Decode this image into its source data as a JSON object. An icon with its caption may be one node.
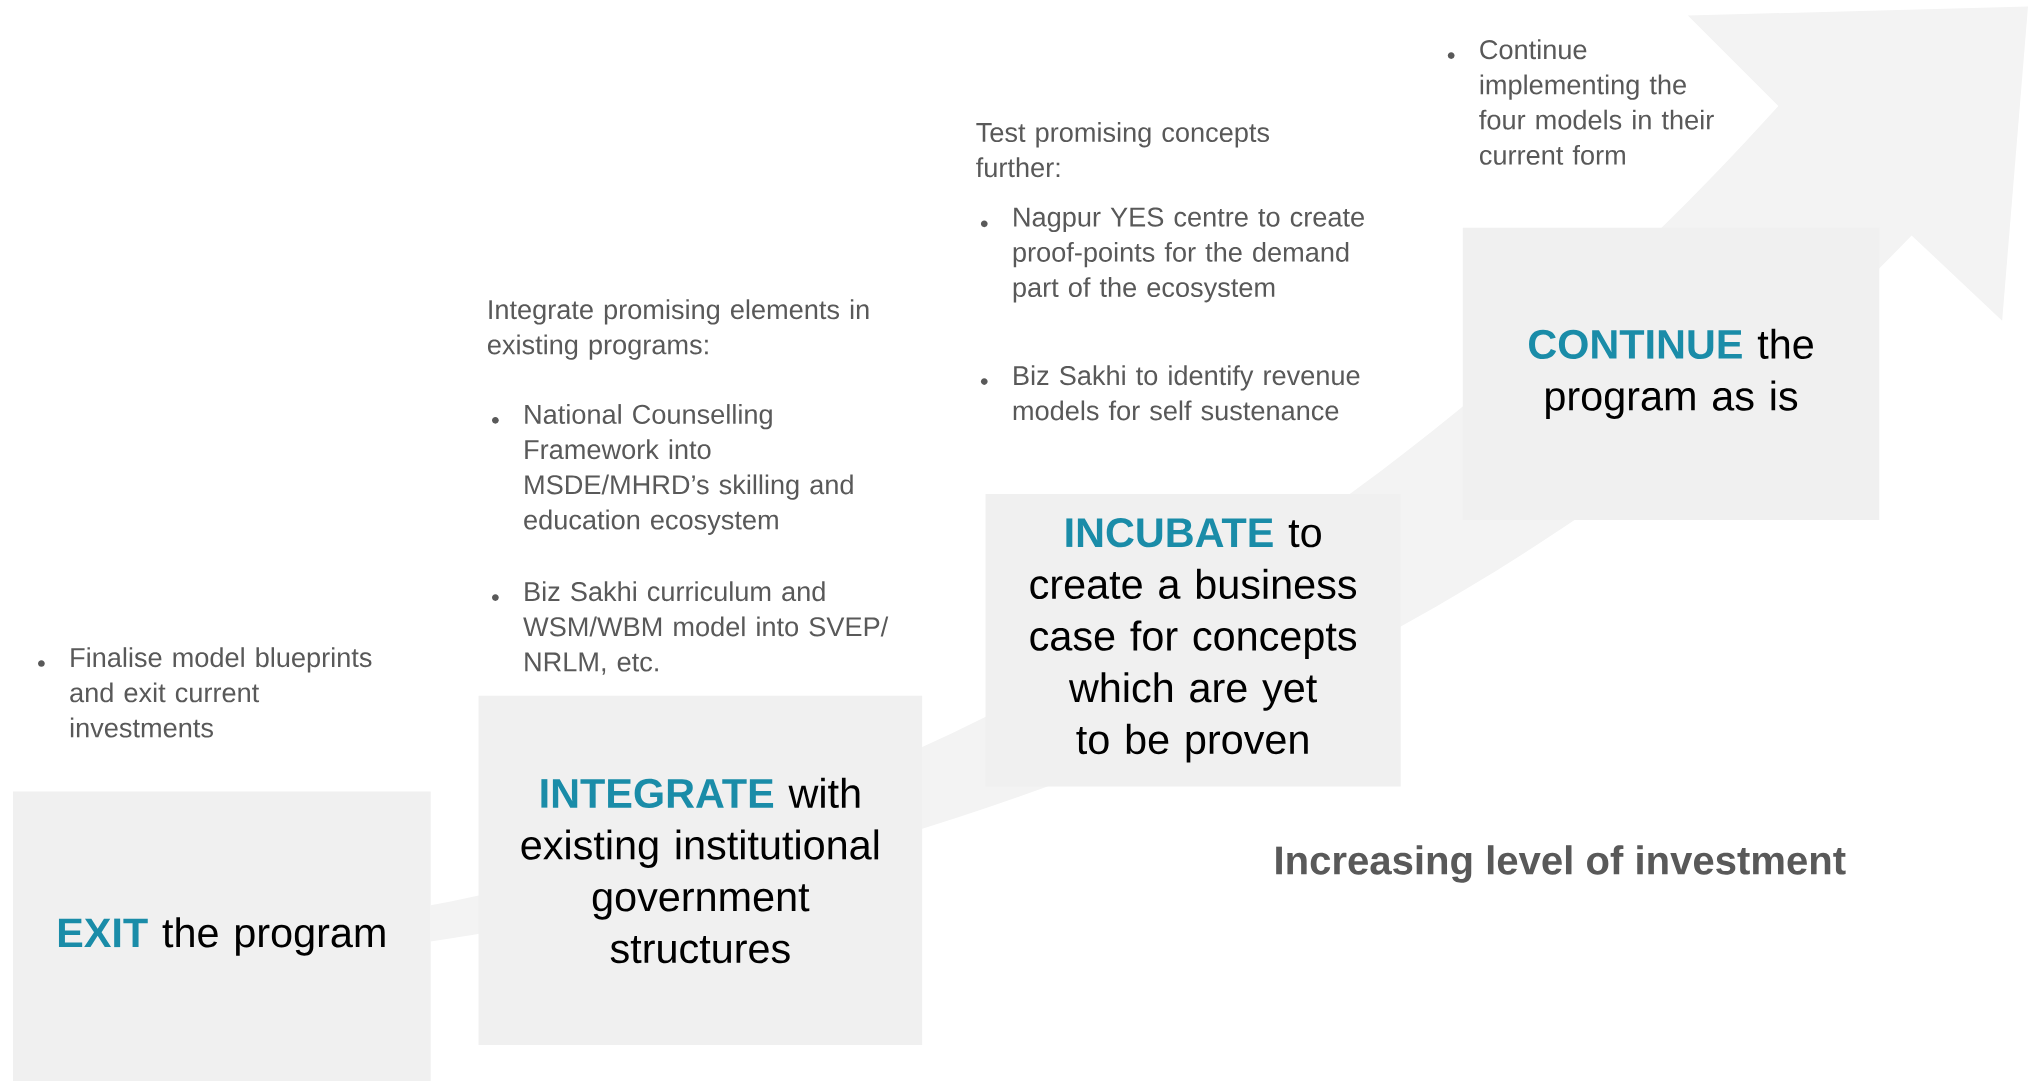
{
  "diagram": {
    "nodes": [
      {
        "text": [
          "EXIT",
          "the program"
        ],
        "beside": [
          "Finalise model blueprints and exit current investments"
        ]
      },
      {
        "text": [
          "INTEGRATE",
          "with existing institutional government structures"
        ],
        "beside": [
          "Integrate promising elements in existing programs:",
          "National Counselling Framework into MSDE/MHRD’s skilling and education ecosystem",
          "Biz Sakhi curriculum and WSM/WBM model into SVEP/ NRLM, etc."
        ]
      },
      {
        "text": [
          "INCUBATE",
          "to create a business case for concepts which are yet to be proven"
        ],
        "beside": [
          "Test promising concepts further:",
          "Nagpur YES centre to create proof-points for the demand part of the ecosystem",
          "Biz Sakhi to identify revenue models for self sustenance"
        ]
      },
      {
        "text": [
          "CONTINUE",
          "the program as is"
        ],
        "beside": [
          "Continue implementing the four models in their current form"
        ]
      }
    ],
    "labels": [
      "Increasing level of investment"
    ]
  }
}
